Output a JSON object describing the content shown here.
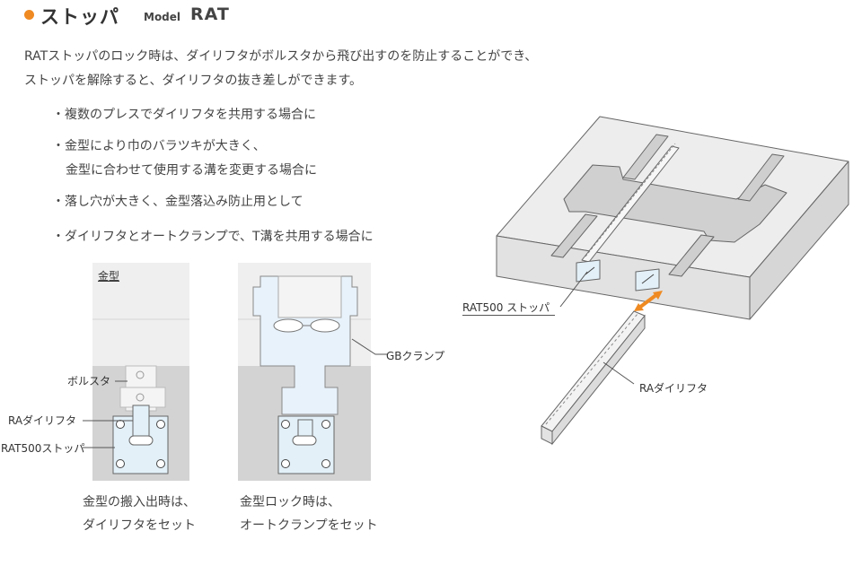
{
  "header": {
    "title": "ストッパ",
    "model_label": "Model",
    "model_value": "RAT"
  },
  "intro": [
    "RATストッパのロック時は、ダイリフタがボルスタから飛び出すのを防止することができ、",
    "ストッパを解除すると、ダイリフタの抜き差しができます。"
  ],
  "bullets": [
    {
      "lines": [
        "複数のプレスでダイリフタを共用する場合に"
      ]
    },
    {
      "lines": [
        "金型により巾のバラツキが大きく、",
        "金型に合わせて使用する溝を変更する場合に"
      ]
    },
    {
      "lines": [
        "落し穴が大きく、金型落込み防止用として"
      ]
    },
    {
      "lines": [
        "ダイリフタとオートクランプで、T溝を共用する場合に"
      ]
    }
  ],
  "bullet_mark": "・",
  "diagram_left": {
    "die_label": "金型",
    "bolster_label": "ボルスタ",
    "lifter_label": "RAダイリフタ",
    "stopper_label": "RAT500ストッパ",
    "caption": [
      "金型の搬入出時は、",
      "ダイリフタをセット"
    ]
  },
  "diagram_right": {
    "clamp_label": "GBクランプ",
    "caption": [
      "金型ロック時は、",
      "オートクランプをセット"
    ]
  },
  "iso": {
    "stopper_label": "RAT500 ストッパ",
    "lifter_label": "RAダイリフタ"
  },
  "colors": {
    "accent": "#ef8a22",
    "panel_light": "#eeeeee",
    "panel_dark": "#d2d2d2",
    "part_blue": "#e3f0f8",
    "line": "#555555"
  }
}
